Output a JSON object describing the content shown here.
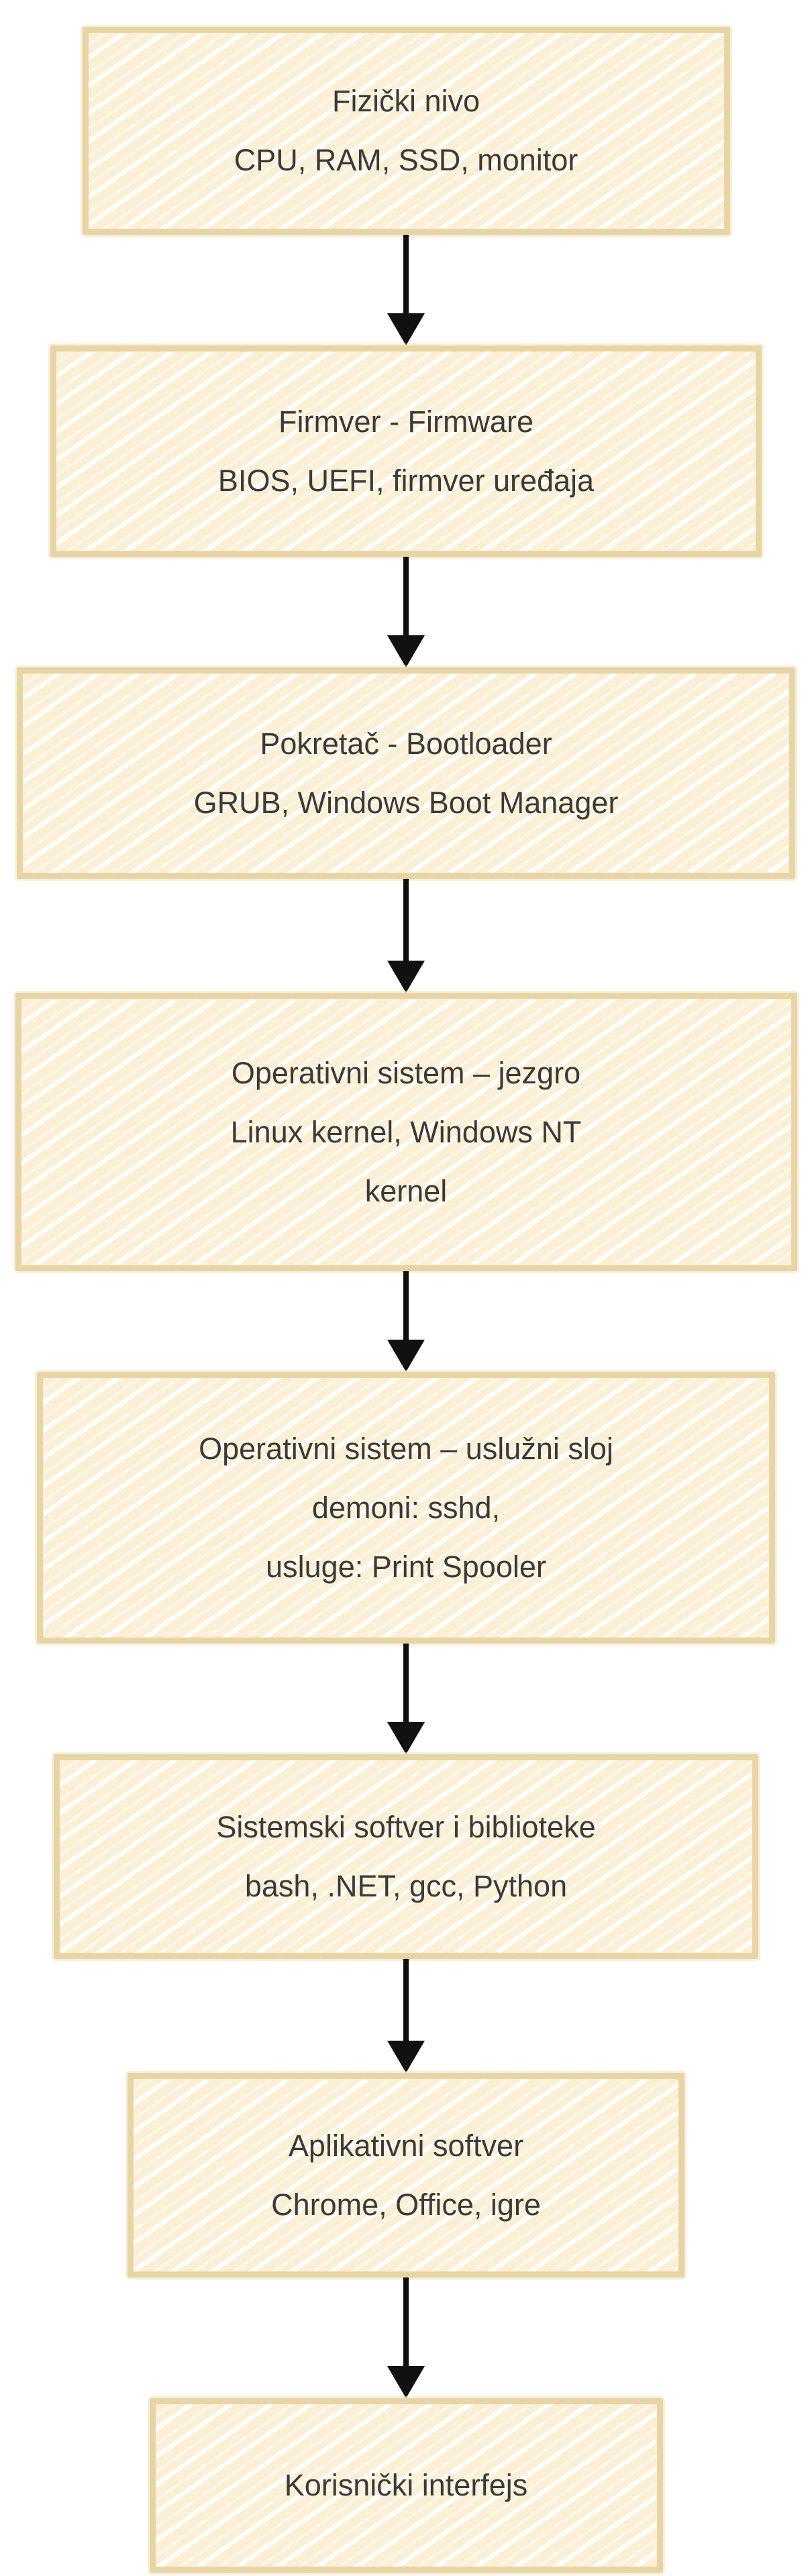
{
  "diagram": {
    "type": "flowchart",
    "direction": "top-to-bottom",
    "colors": {
      "box_fill": "#fbf0d6",
      "box_border": "#e8d5a6",
      "hatch_lines": "#ffffff",
      "text": "#3a3a3a",
      "arrow": "#111111",
      "background": "#ffffff"
    },
    "nodes": [
      {
        "id": "fizicki-nivo",
        "lines": [
          "Fizički nivo",
          "CPU, RAM, SSD, monitor"
        ]
      },
      {
        "id": "firmver",
        "lines": [
          "Firmver - Firmware",
          "BIOS, UEFI, firmver uređaja"
        ]
      },
      {
        "id": "pokretac",
        "lines": [
          "Pokretač - Bootloader",
          "GRUB, Windows Boot Manager"
        ]
      },
      {
        "id": "os-jezgro",
        "lines": [
          "Operativni sistem – jezgro",
          "Linux kernel, Windows NT",
          "kernel"
        ]
      },
      {
        "id": "os-usluzni-sloj",
        "lines": [
          "Operativni sistem – uslužni sloj",
          "demoni: sshd,",
          "usluge: Print Spooler"
        ]
      },
      {
        "id": "sistemski-softver",
        "lines": [
          "Sistemski softver i biblioteke",
          "bash, .NET, gcc, Python"
        ]
      },
      {
        "id": "aplikativni-softver",
        "lines": [
          "Aplikativni softver",
          "Chrome, Office, igre"
        ]
      },
      {
        "id": "korisnicki-interfejs",
        "lines": [
          "Korisnički interfejs"
        ]
      }
    ],
    "connections": [
      {
        "from": "fizicki-nivo",
        "to": "firmver"
      },
      {
        "from": "firmver",
        "to": "pokretac"
      },
      {
        "from": "pokretac",
        "to": "os-jezgro"
      },
      {
        "from": "os-jezgro",
        "to": "os-usluzni-sloj"
      },
      {
        "from": "os-usluzni-sloj",
        "to": "sistemski-softver"
      },
      {
        "from": "sistemski-softver",
        "to": "aplikativni-softver"
      },
      {
        "from": "aplikativni-softver",
        "to": "korisnicki-interfejs"
      }
    ]
  }
}
